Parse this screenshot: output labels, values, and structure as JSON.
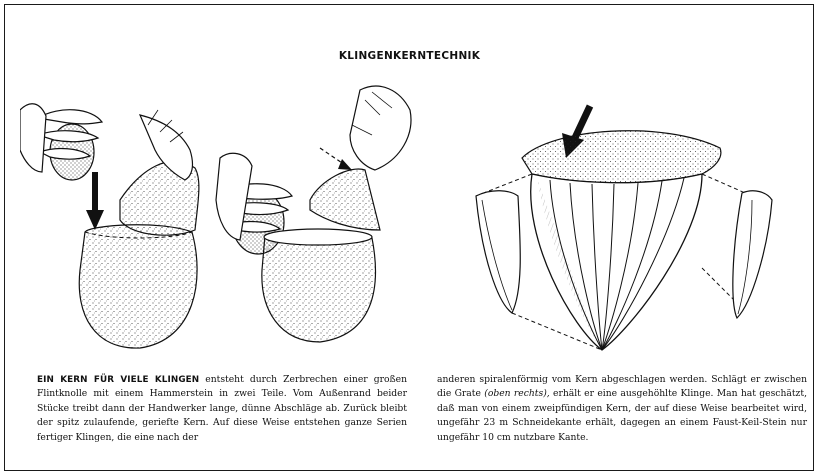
{
  "title": "KLINGENKERNTECHNIK",
  "caption_left": {
    "lead": "EIN KERN FÜR VIELE KLINGEN",
    "body": " entsteht durch Zerbrechen einer großen Flintknolle mit einem Hammerstein in zwei Teile. Vom Außenrand beider Stücke treibt dann der Handwerker lange, dünne Abschläge ab. Zurück bleibt der spitz zulaufende, geriefte Kern. Auf diese Weise entstehen ganze Serien fertiger Klingen, die eine nach der"
  },
  "caption_right": {
    "pre": "anderen spiralenförmig vom Kern abgeschlagen werden. Schlägt er zwischen die Grate ",
    "em": "(oben rechts),",
    "post": " erhält er eine ausgehöhlte Klinge. Man hat geschätzt, daß man von einem zweipfündigen Kern, der auf diese Weise bearbeitet wird, ungefähr 23 m Schneidekante erhält, dagegen an einem Faust-Keil-Stein nur ungefähr 10 cm nutzbare Kante."
  },
  "icons": {
    "hammer_hand_left": "hand-holding-hammerstone-icon",
    "flint_nodule": "flint-nodule-icon",
    "blade_core": "blade-core-icon",
    "strike_arrow": "arrow-down-icon"
  }
}
